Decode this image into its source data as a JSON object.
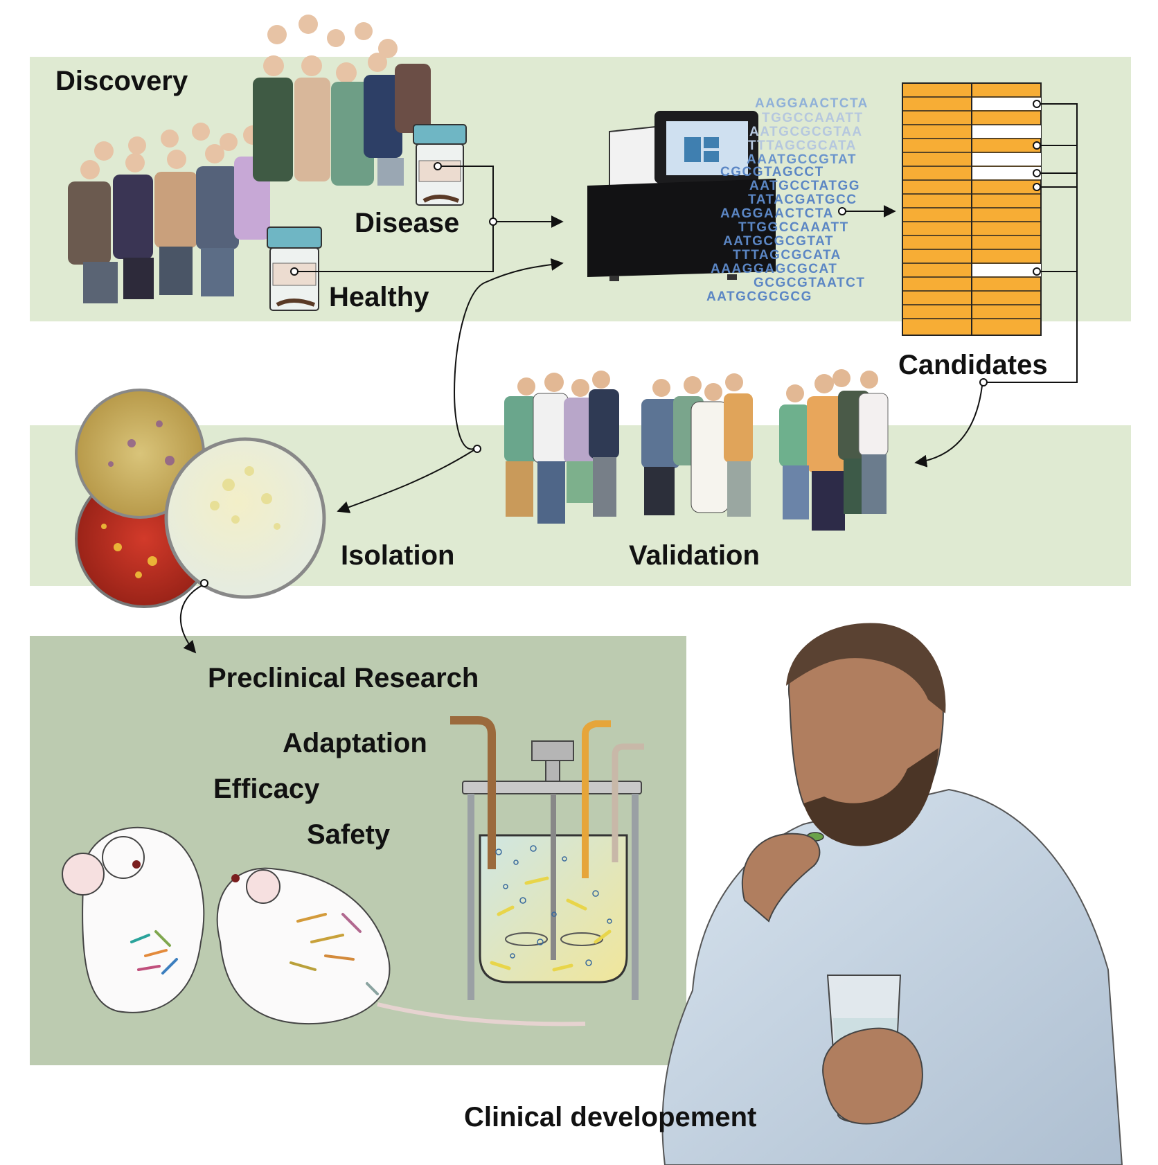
{
  "labels": {
    "discovery": "Discovery",
    "disease": "Disease",
    "healthy": "Healthy",
    "candidates": "Candidates",
    "isolation": "Isolation",
    "validation": "Validation",
    "preclinical": "Preclinical Research",
    "adaptation": "Adaptation",
    "efficacy": "Efficacy",
    "safety": "Safety",
    "clinical": "Clinical developement"
  },
  "sequences": [
    "AAGGAACTCTA",
    "TGGCCAAATT",
    "AATGCGCGTAA",
    "TTTAGCGCATA",
    "AAATGCCGTAT",
    "CGCGTAGCCT",
    "AATGCCTATGG",
    "TATACGATGCC",
    "AAGGAACTCTA",
    "TTGGCCAAATT",
    "AATGCGCGTAT",
    "TTTAGCGCATA",
    "AAAGGAGCGCAT",
    "GCGCGTAATCT",
    "AATGCGCGCG"
  ],
  "colors": {
    "panel_light": "#dfead2",
    "panel_dark": "#bccbb0",
    "candidate_fill": "#f7ad35",
    "sequence_text": "#5b86c4"
  }
}
